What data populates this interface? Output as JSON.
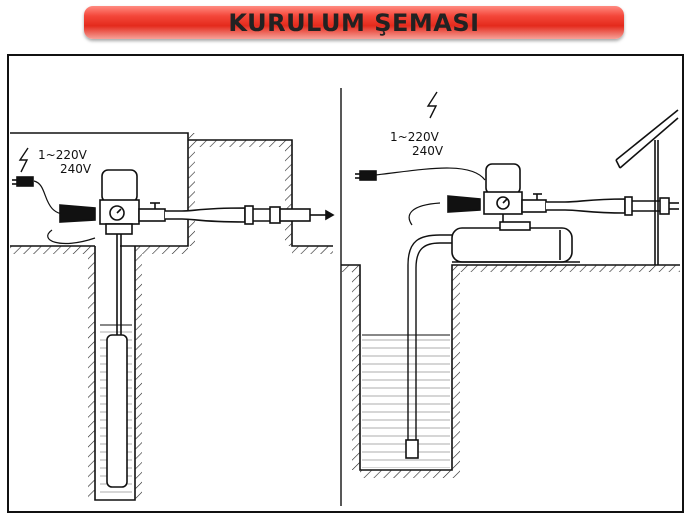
{
  "title": "KURULUM ŞEMASI",
  "diagram": {
    "left_panel": {
      "voltage_line1": "1~220V",
      "voltage_line2": "240V"
    },
    "right_panel": {
      "voltage_line1": "1~220V",
      "voltage_line2": "240V"
    }
  },
  "colors": {
    "banner_red": "#e42a1c",
    "line": "#111111",
    "water": "#bfbfbf"
  },
  "icons": [
    "lightning-icon",
    "pressure-gauge-icon",
    "power-plug-icon",
    "flow-arrow-icon"
  ]
}
